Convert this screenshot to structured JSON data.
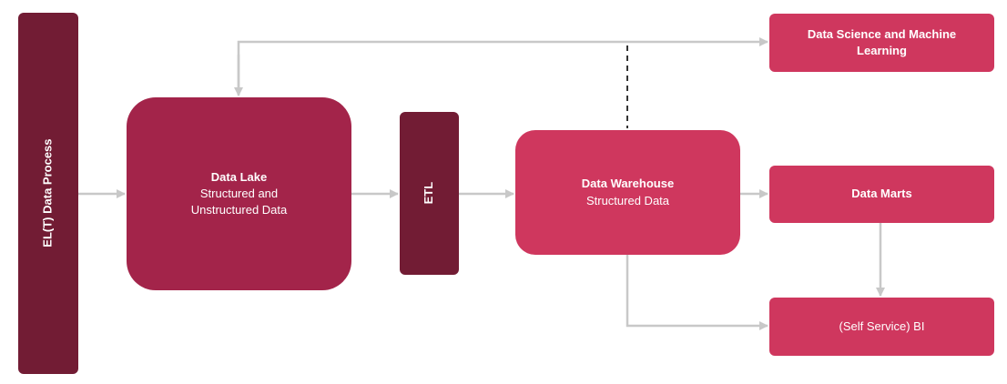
{
  "nodes": {
    "elt": {
      "title": "EL(T) Data Process"
    },
    "data_lake": {
      "title": "Data Lake",
      "subtitle": "Structured and Unstructured Data"
    },
    "etl": {
      "title": "ETL"
    },
    "data_warehouse": {
      "title": "Data Warehouse",
      "subtitle": "Structured Data"
    },
    "data_science": {
      "title": "Data Science and Machine Learning"
    },
    "data_marts": {
      "title": "Data Marts"
    },
    "bi": {
      "title": "(Self Service) BI"
    }
  },
  "colors": {
    "dark": "#721c34",
    "mid": "#a3244a",
    "bright": "#cf375e",
    "connector": "#c8c8c8",
    "dashed_connector": "#333333"
  }
}
